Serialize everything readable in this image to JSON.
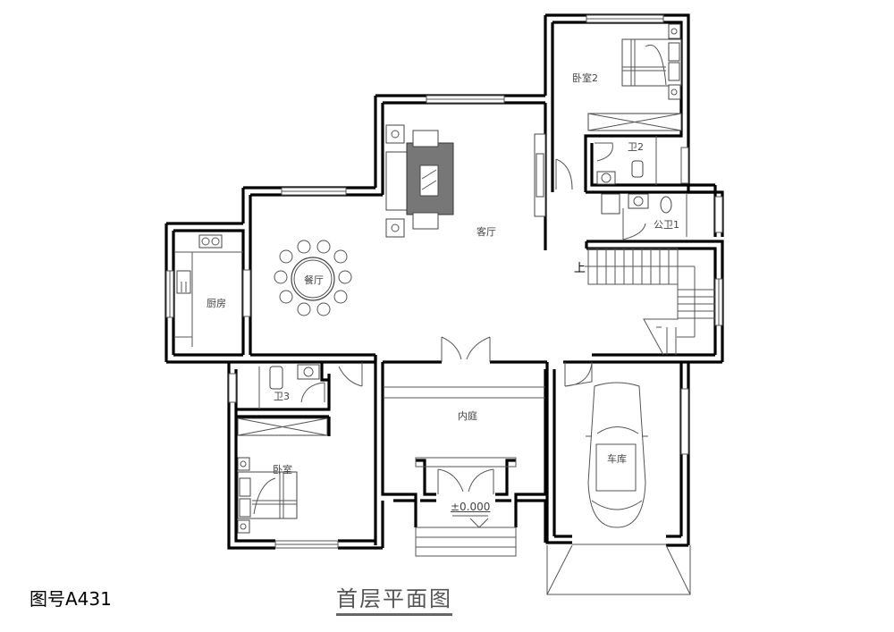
{
  "drawing": {
    "number": "图号A431",
    "title": "首层平面图",
    "elevation_mark": "±0.000",
    "stair_up_mark": "上"
  },
  "rooms": {
    "living_room": "客厅",
    "dining_room": "餐厅",
    "kitchen": "厨房",
    "bedroom_2": "卧室2",
    "bathroom_2": "卫2",
    "public_bathroom_1": "公卫1",
    "bathroom_3": "卫3",
    "bedroom": "卧室",
    "inner_courtyard": "内庭",
    "garage": "车库"
  },
  "colors": {
    "wall": "#000000",
    "fixture_line": "#555555",
    "background": "#ffffff"
  }
}
